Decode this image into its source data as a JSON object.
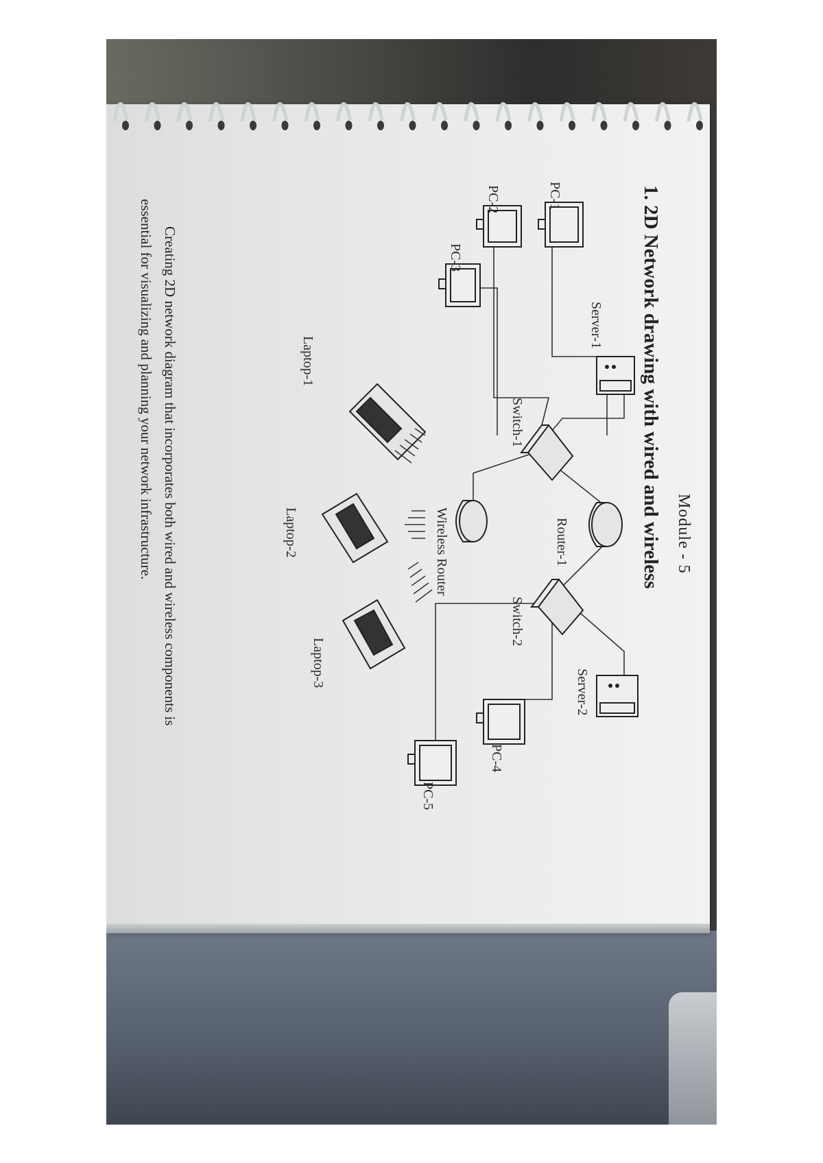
{
  "page": {
    "module_title": "Module - 5",
    "heading": "1. 2D Network drawing with wired and wireless",
    "description_line1": "Creating 2D network diagram that incorporates both wired and wireless components is",
    "description_line2": "essential for visualizing and planning your network infrastructure."
  },
  "diagram": {
    "labels": {
      "server1": "Server-1",
      "server2": "Server-2",
      "pc1": "PC-1",
      "pc2": "PC-2",
      "pc3": "PC-3",
      "pc4": "PC-4",
      "pc5": "PC-5",
      "switch1": "Switch-1",
      "switch2": "Switch-2",
      "router1": "Router-1",
      "wireless_router": "Wireless Router",
      "laptop1": "Laptop-1",
      "laptop2": "Laptop-2",
      "laptop3": "Laptop-3"
    }
  },
  "colors": {
    "paper": "#e9ebea",
    "ink": "#222222",
    "background_cloth": "#5c6470"
  }
}
